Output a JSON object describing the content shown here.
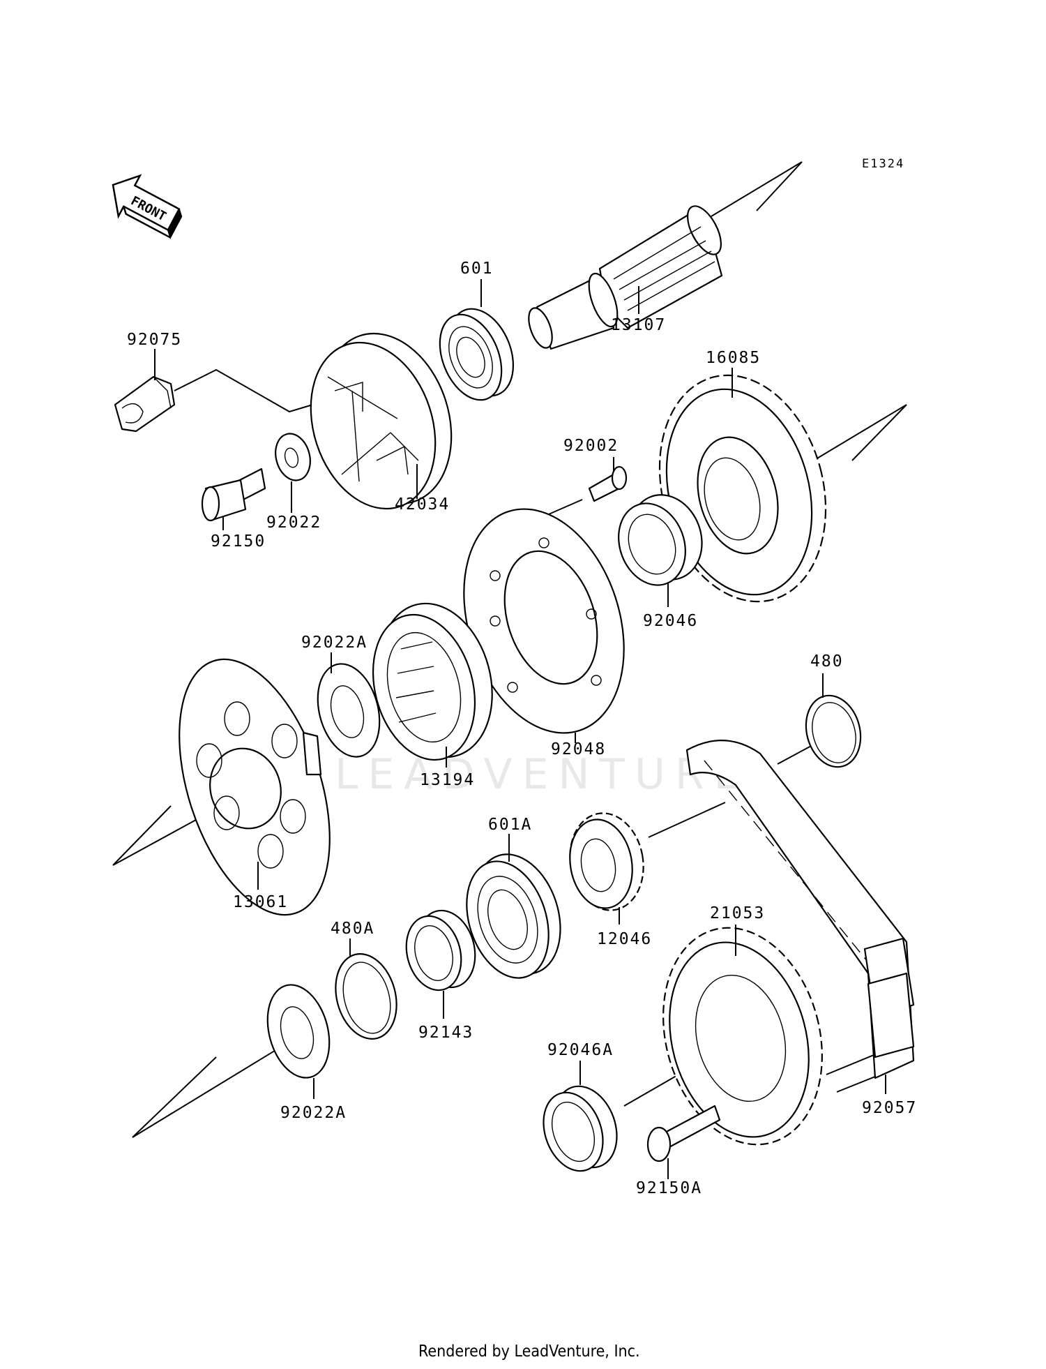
{
  "diagram_code": "E1324",
  "direction_marker": "FRONT",
  "watermark": "LEADVENTURE",
  "footer": "Rendered by LeadVenture, Inc.",
  "parts": [
    {
      "id": "13107",
      "label": "13107"
    },
    {
      "id": "601",
      "label": "601"
    },
    {
      "id": "92075",
      "label": "92075"
    },
    {
      "id": "42034",
      "label": "42034"
    },
    {
      "id": "92022",
      "label": "92022"
    },
    {
      "id": "92150",
      "label": "92150"
    },
    {
      "id": "16085",
      "label": "16085"
    },
    {
      "id": "92002",
      "label": "92002"
    },
    {
      "id": "92046",
      "label": "92046"
    },
    {
      "id": "92048",
      "label": "92048"
    },
    {
      "id": "92022A-upper",
      "label": "92022A"
    },
    {
      "id": "13194",
      "label": "13194"
    },
    {
      "id": "480",
      "label": "480"
    },
    {
      "id": "13061",
      "label": "13061"
    },
    {
      "id": "601A",
      "label": "601A"
    },
    {
      "id": "12046",
      "label": "12046"
    },
    {
      "id": "480A",
      "label": "480A"
    },
    {
      "id": "92143",
      "label": "92143"
    },
    {
      "id": "21053",
      "label": "21053"
    },
    {
      "id": "92046A",
      "label": "92046A"
    },
    {
      "id": "92022A-lower",
      "label": "92022A"
    },
    {
      "id": "92150A",
      "label": "92150A"
    },
    {
      "id": "92057",
      "label": "92057"
    }
  ]
}
